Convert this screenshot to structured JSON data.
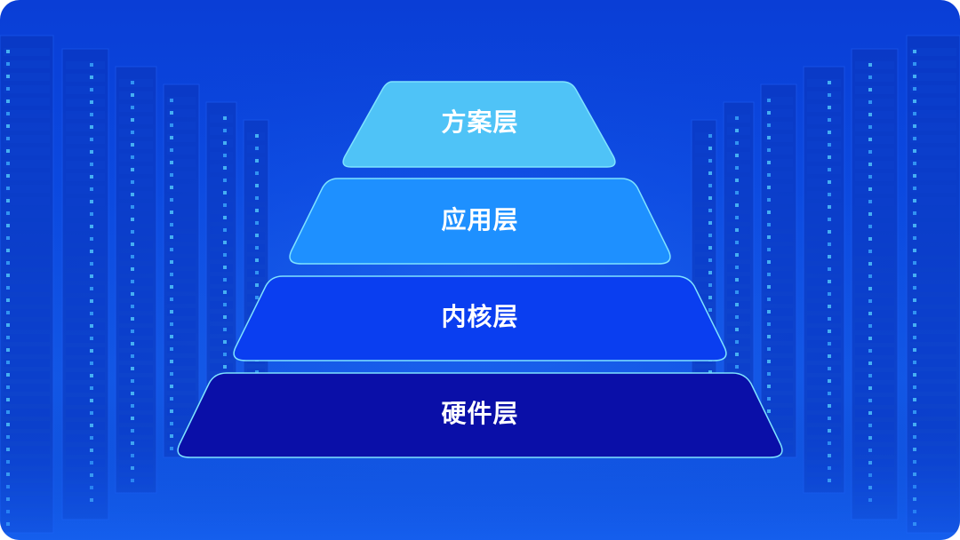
{
  "diagram": {
    "type": "pyramid",
    "layers": [
      {
        "label": "方案层",
        "color": "#4fc3f7"
      },
      {
        "label": "应用层",
        "color": "#1e90ff"
      },
      {
        "label": "内核层",
        "color": "#0a3ef0"
      },
      {
        "label": "硬件层",
        "color": "#0a0fa8"
      }
    ]
  },
  "background": {
    "description_colors": {
      "base": "#0b49e0",
      "edge": "#5ad6ff"
    }
  }
}
